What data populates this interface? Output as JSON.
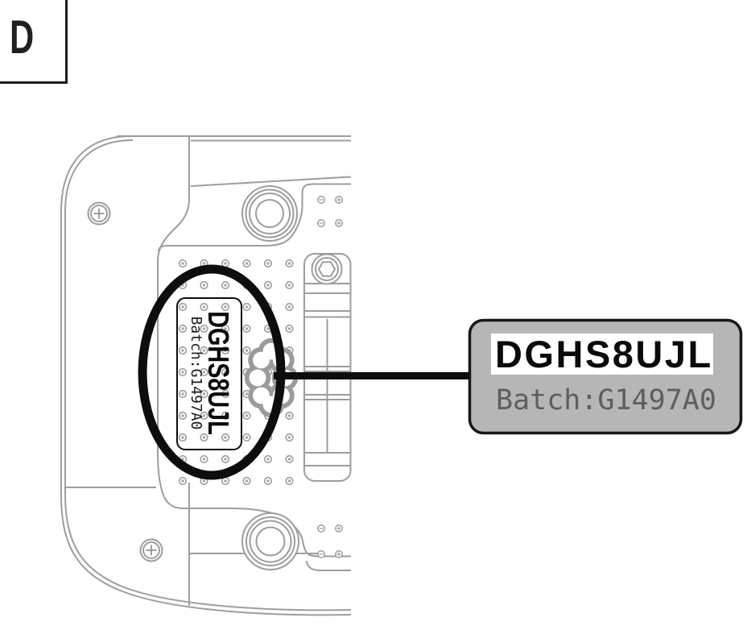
{
  "figure": {
    "reference_letter": "D",
    "device_label": {
      "serial": "DGHS8UJL",
      "batch": "Batch:G1497A0"
    },
    "callout": {
      "serial": "DGHS8UJL",
      "batch": "Batch:G1497A0"
    },
    "colors": {
      "line_gray": "#9d9d9d",
      "ink": "#0d0d0d",
      "callout_fill": "#b6b6b6",
      "callout_border": "#161616",
      "batch_text": "#5e5e5e",
      "serial_text": "#0a0a0a"
    }
  }
}
